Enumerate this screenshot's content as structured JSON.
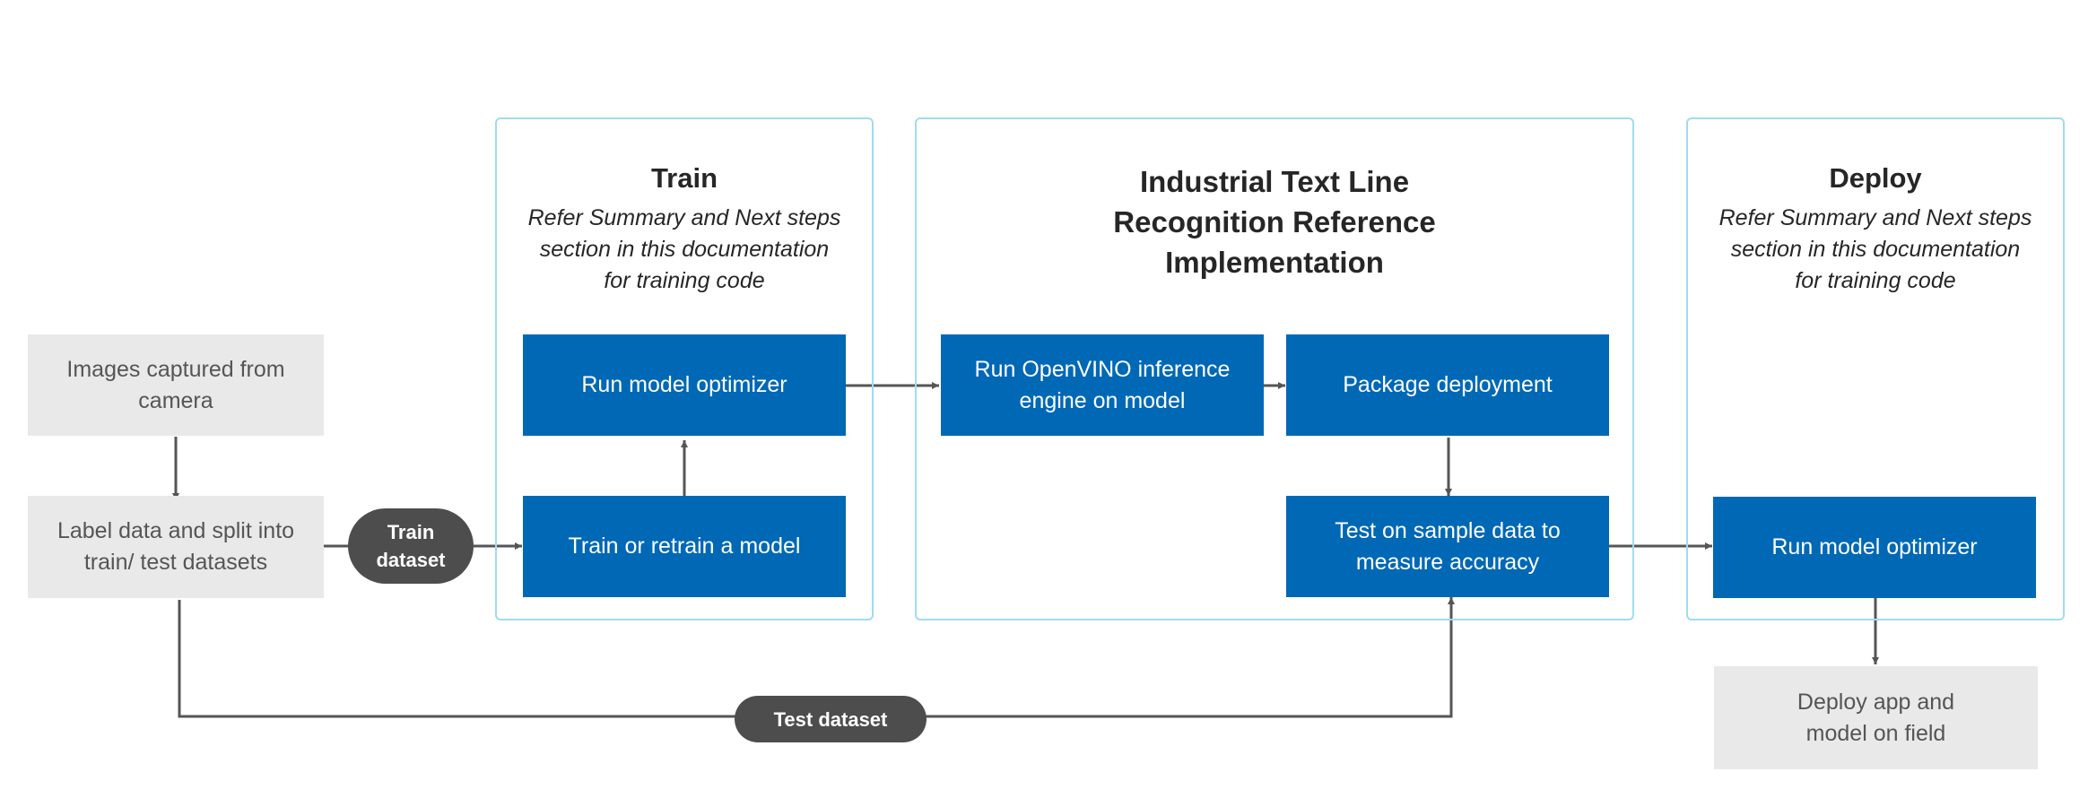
{
  "panels": {
    "train": {
      "title": "Train",
      "note": "Refer Summary and Next steps\nsection in this documentation\nfor training code"
    },
    "industrial": {
      "title": "Industrial Text Line\nRecognition Reference\nImplementation"
    },
    "deploy": {
      "title": "Deploy",
      "note": "Refer Summary and Next steps\nsection in this documentation\nfor training code"
    }
  },
  "nodes": {
    "images_captured": "Images captured from\ncamera",
    "label_data": "Label data and split into\ntrain/ test datasets",
    "train_dataset": "Train\ndataset",
    "train_retrain": "Train or retrain a model",
    "run_optimizer_train": "Run model optimizer",
    "run_openvino": "Run OpenVINO inference\nengine on model",
    "package_deployment": "Package deployment",
    "test_sample": "Test on sample data to\nmeasure accuracy",
    "run_optimizer_deploy": "Run model optimizer",
    "deploy_app": "Deploy app and\nmodel on field",
    "test_dataset": "Test dataset"
  },
  "colors": {
    "accent_blue": "#0068b5",
    "panel_border": "#9fdcef",
    "grey_box": "#e9e9e9",
    "pill": "#4d4d4d",
    "connector": "#555555"
  }
}
